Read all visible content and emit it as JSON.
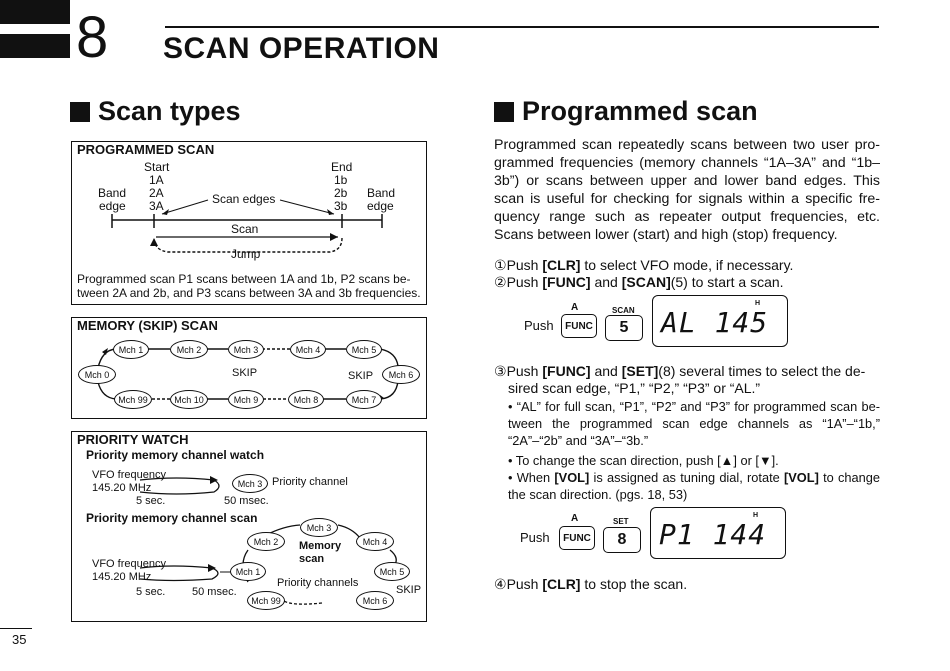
{
  "header": {
    "chapter_number": "8",
    "chapter_title": "SCAN OPERATION"
  },
  "left": {
    "section_title": "Scan types",
    "programmed_box": {
      "title": "PROGRAMMED SCAN",
      "start_label": "Start",
      "end_label": "End",
      "start_channels": [
        "1A",
        "2A",
        "3A"
      ],
      "end_channels": [
        "1b",
        "2b",
        "3b"
      ],
      "band_edge_left": [
        "Band",
        "edge"
      ],
      "band_edge_right": [
        "Band",
        "edge"
      ],
      "scan_edges": "Scan edges",
      "scan": "Scan",
      "jump": "Jump",
      "caption_line1": "Programmed scan P1 scans between 1A and 1b, P2 scans be-",
      "caption_line2": "tween 2A and 2b, and P3 scans between 3A and 3b frequencies."
    },
    "memory_box": {
      "title": "MEMORY (SKIP)  SCAN",
      "top_channels": [
        "Mch 1",
        "Mch 2",
        "Mch 3",
        "Mch 4",
        "Mch 5"
      ],
      "bottom_channels": [
        "Mch 99",
        "Mch 10",
        "Mch 9",
        "Mch 8",
        "Mch 7"
      ],
      "left_channel": "Mch 0",
      "right_channel": "Mch 6",
      "skip1": "SKIP",
      "skip2": "SKIP"
    },
    "priority_box": {
      "title": "PRIORITY WATCH",
      "sub1": "Priority memory channel watch",
      "vfo_line1": "VFO frequency",
      "vfo_line2": "145.20 MHz",
      "sec1": "5 sec.",
      "msec1": "50 msec.",
      "mch3": "Mch 3",
      "priority_channel": "Priority channel",
      "sub2": "Priority memory channel scan",
      "vfo2_line1": "VFO frequency",
      "vfo2_line2": "145.20 MHz",
      "sec2": "5 sec.",
      "msec2": "50 msec.",
      "ring_channels": [
        "Mch 3",
        "Mch 2",
        "Mch 4",
        "Mch 1",
        "Mch 5",
        "Mch 99",
        "Mch 6"
      ],
      "memory_scan_line1": "Memory",
      "memory_scan_line2": "scan",
      "priority_channels": "Priority channels",
      "skip": "SKIP"
    }
  },
  "right": {
    "section_title": "Programmed scan",
    "intro": "Programmed scan repeatedly scans between two user pro-grammed frequencies (memory channels “1A–3A” and “1b–3b”) or scans between upper and lower band edges. This scan is useful for checking for signals within a specific fre-quency range such as repeater output frequencies, etc. Scans between lower (start) and high (stop) frequency.",
    "step1": {
      "num": "①",
      "pre": "Push ",
      "key": "[CLR]",
      "post": " to select VFO mode, if necessary."
    },
    "step2": {
      "num": "②",
      "pre": "Push ",
      "key1": "[FUNC]",
      "mid": " and ",
      "key2": "[SCAN]",
      "post": "(5) to start a scan."
    },
    "step3_line1": {
      "num": "③",
      "pre": "Push ",
      "key1": "[FUNC]",
      "mid": " and ",
      "key2": "[SET]",
      "post": "(8) several times to select the de-"
    },
    "step3_line2": "sired scan edge, “P1,” “P2,” “P3” or “AL.”",
    "bullet1": "• “AL” for full scan, “P1”, “P2” and “P3” for programmed scan be-tween the programmed scan edge channels as “1A”–“1b,” “2A”–“2b” and “3A”–“3b.”",
    "bullet2": "• To change the scan direction, push [▲] or [▼].",
    "bullet3_pre": "• When ",
    "bullet3_key1": "[VOL]",
    "bullet3_mid": " is assigned as tuning dial, rotate ",
    "bullet3_key2": "[VOL]",
    "bullet3_post": " to change the scan direction. (pgs. 18, 53)",
    "step4": {
      "num": "④",
      "pre": "Push ",
      "key": "[CLR]",
      "post": " to stop the scan."
    },
    "diagram1": {
      "push": "Push",
      "func": "FUNC",
      "func_mark": "A",
      "key_label": "SCAN",
      "key_num": "5",
      "lcd_text": "AL 145",
      "h": "H"
    },
    "diagram2": {
      "push": "Push",
      "func": "FUNC",
      "func_mark": "A",
      "key_label": "SET",
      "key_num": "8",
      "lcd_text": "P1 144",
      "h": "H"
    }
  },
  "footer": {
    "page_number": "35"
  }
}
